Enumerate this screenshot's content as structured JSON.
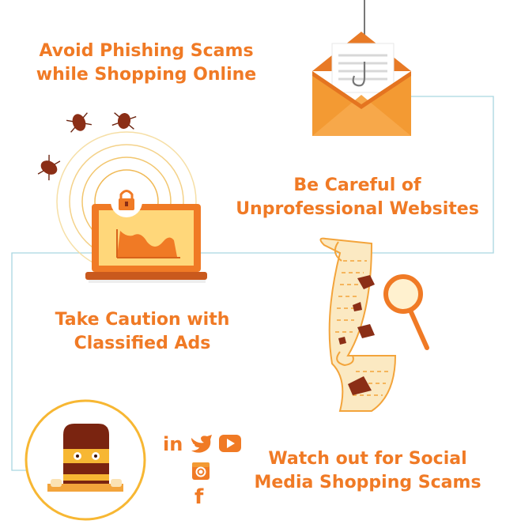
{
  "headings": [
    {
      "line1": "Avoid Phishing Scams",
      "line2": "while Shopping Online"
    },
    {
      "line1": "Be Careful of",
      "line2": "Unprofessional Websites"
    },
    {
      "line1": "Take Caution with",
      "line2": "Classified Ads"
    },
    {
      "line1": "Watch out for Social",
      "line2": "Media Shopping Scams"
    }
  ],
  "social_icons": {
    "linkedin": "in",
    "facebook": "f"
  },
  "colors": {
    "accent": "#f07a25",
    "dark_orange": "#e05a17",
    "connector_line": "#a9d6e0",
    "bug_brown": "#8b2e16",
    "mask_brown": "#7a2410",
    "paper": "#fbe9c2"
  },
  "icons": [
    "envelope-fishhook-icon",
    "laptop-lock-icon",
    "bug-icon",
    "scroll-magnifier-icon",
    "masked-thief-icon",
    "linkedin-icon",
    "twitter-icon",
    "youtube-icon",
    "instagram-icon",
    "facebook-icon"
  ]
}
